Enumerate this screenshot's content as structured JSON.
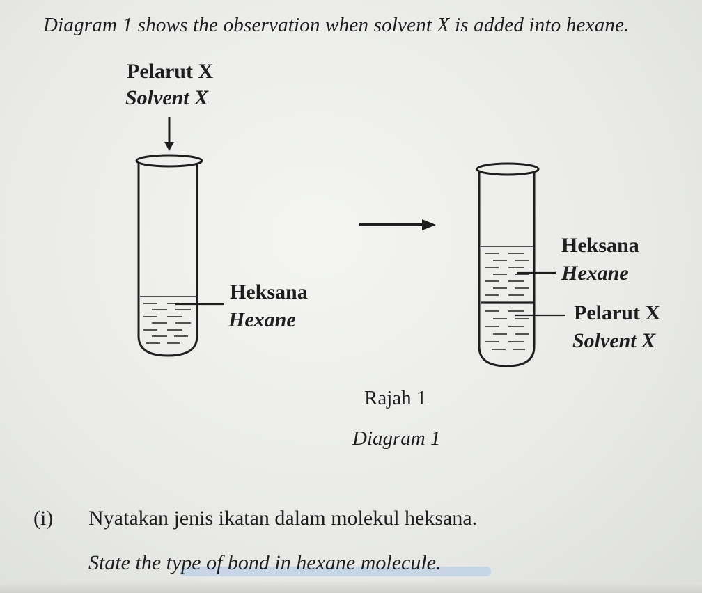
{
  "intro": "Diagram 1 shows the observation when solvent X is added into hexane.",
  "tube1": {
    "solvent_ms": "Pelarut X",
    "solvent_en": "Solvent X",
    "liquid_ms": "Heksana",
    "liquid_en": "Hexane"
  },
  "tube2": {
    "top_ms": "Heksana",
    "top_en": "Hexane",
    "bottom_ms": "Pelarut X",
    "bottom_en": "Solvent X"
  },
  "caption": {
    "ms": "Rajah 1",
    "en": "Diagram 1"
  },
  "question": {
    "number": "(i)",
    "text_ms": "Nyatakan jenis ikatan dalam molekul heksana.",
    "text_en": "State the type of bond in hexane molecule."
  }
}
